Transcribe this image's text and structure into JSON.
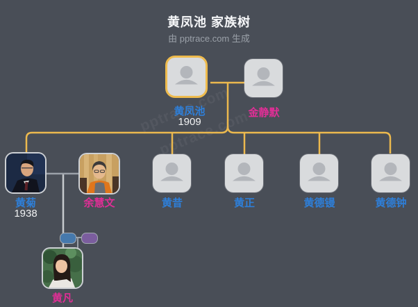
{
  "header": {
    "title": "黄凤池 家族树",
    "subtitle": "由 pptrace.com 生成",
    "watermark": "pptrace.com"
  },
  "colors": {
    "background": "#494e57",
    "accent_line": "#ecb94e",
    "gray_line": "#9ba1a9",
    "light_line": "#c6c9ce",
    "male_name": "#2e7fd9",
    "female_name": "#e02e96",
    "year_text": "#f1f2f3",
    "selected_border": "#eebb4d",
    "node_bg": "#d9dbdd",
    "silhouette": "#b3b6bb",
    "mini_node_blue": "#4679ad",
    "mini_node_purple": "#7b5d9e"
  },
  "people": {
    "huangfengchi": {
      "name": "黄凤池",
      "year": "1909",
      "avatar": "placeholder",
      "selected": true
    },
    "jinjingmo": {
      "name": "金静默",
      "avatar": "placeholder"
    },
    "huangju": {
      "name": "黄菊",
      "year": "1938",
      "avatar": "photo"
    },
    "yuhuiwen": {
      "name": "余慧文",
      "avatar": "photo"
    },
    "huangxi": {
      "name": "黄昔",
      "avatar": "placeholder"
    },
    "huangzheng": {
      "name": "黄正",
      "avatar": "placeholder"
    },
    "huangdeman": {
      "name": "黄德镘",
      "avatar": "placeholder"
    },
    "huangdezhong": {
      "name": "黄德钟",
      "avatar": "placeholder"
    },
    "huangfan": {
      "name": "黄凡",
      "avatar": "photo"
    }
  }
}
